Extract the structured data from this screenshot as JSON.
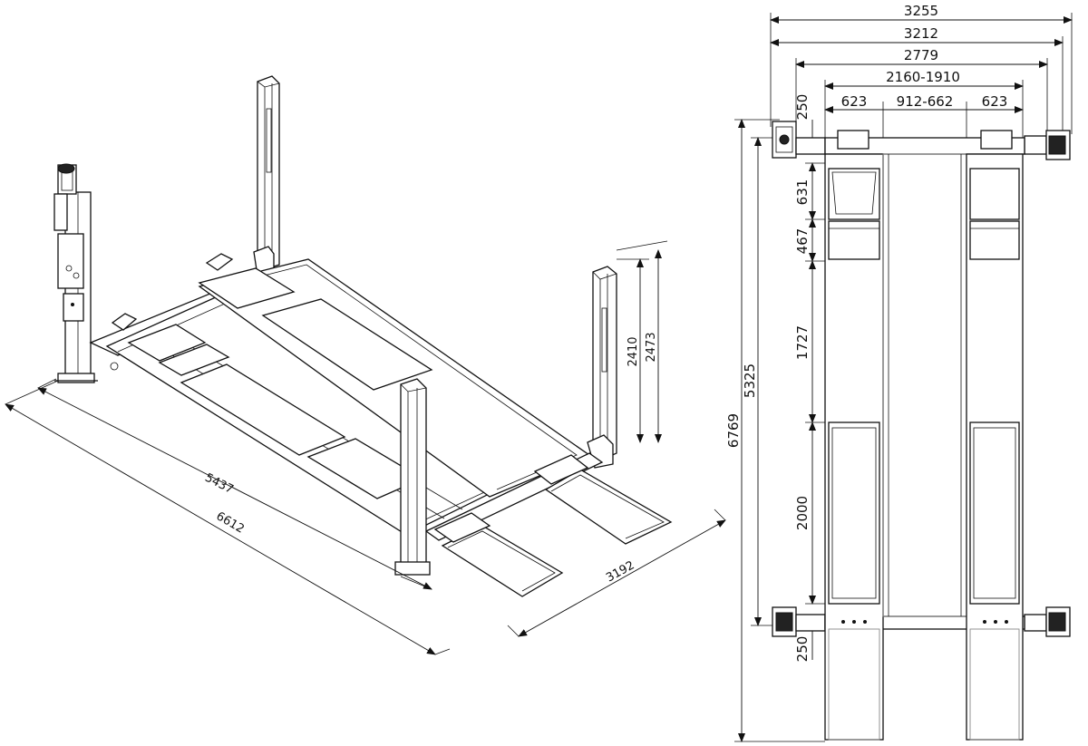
{
  "isometric_view": {
    "dimensions": {
      "column_height_inner": "2410",
      "column_height_outer": "2473",
      "runway_length": "5437",
      "total_length": "6612",
      "total_width": "3192"
    }
  },
  "top_view": {
    "dimensions": {
      "overall_width": "3255",
      "width_between_columns": "3212",
      "width_3": "2779",
      "runway_span": "2160-1910",
      "runway_width_left": "623",
      "runway_gap": "912-662",
      "runway_width_right": "623",
      "top_offset": "250",
      "plate_length": "631",
      "segment_467": "467",
      "segment_1727": "1727",
      "segment_2000": "2000",
      "bottom_offset": "250",
      "lift_length": "5325",
      "total_length": "6769"
    }
  }
}
